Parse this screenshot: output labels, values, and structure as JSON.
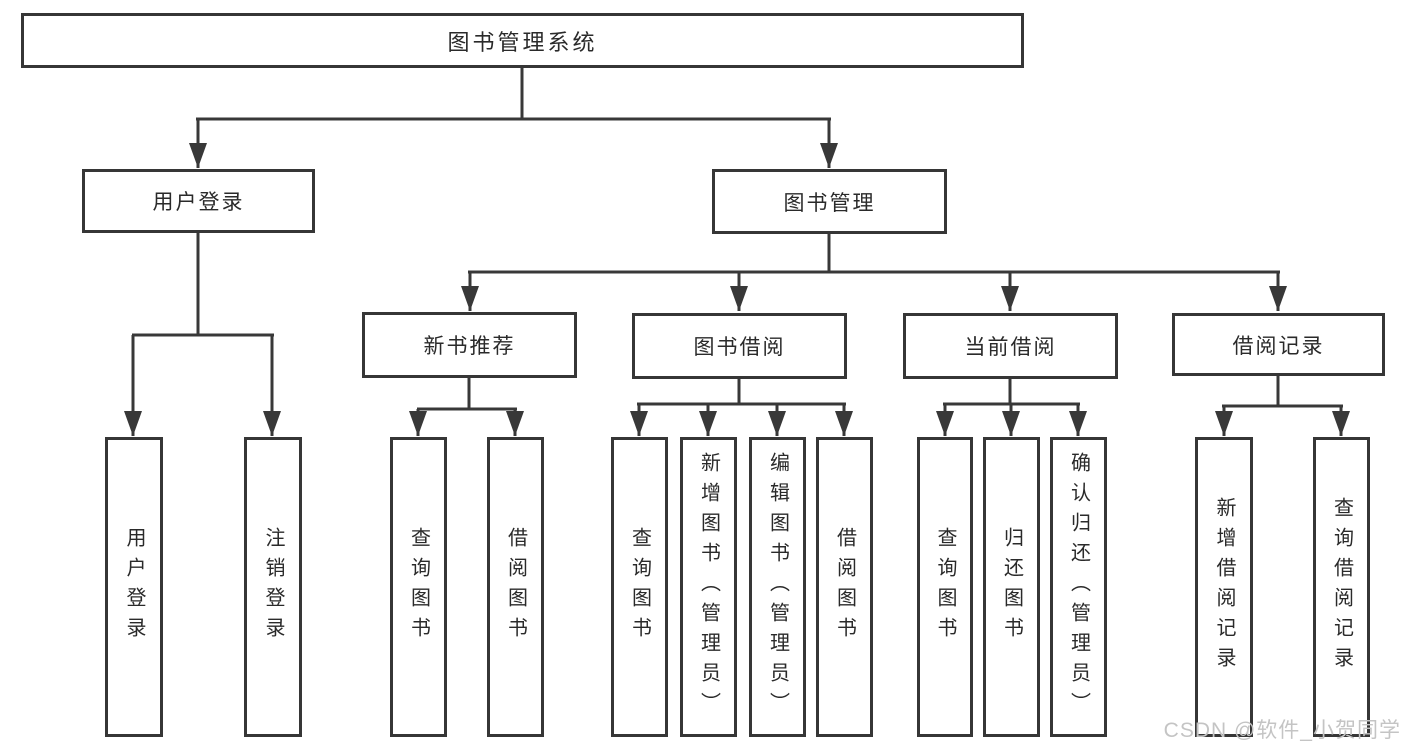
{
  "tree": {
    "root": {
      "label": "图书管理系统"
    },
    "branches": [
      {
        "label": "用户登录",
        "children": [
          {
            "label": "用户登录"
          },
          {
            "label": "注销登录"
          }
        ]
      },
      {
        "label": "图书管理",
        "children": [
          {
            "label": "新书推荐",
            "children": [
              {
                "label": "查询图书"
              },
              {
                "label": "借阅图书"
              }
            ]
          },
          {
            "label": "图书借阅",
            "children": [
              {
                "label": "查询图书"
              },
              {
                "label": "新增图书（管理员）"
              },
              {
                "label": "编辑图书（管理员）"
              },
              {
                "label": "借阅图书"
              }
            ]
          },
          {
            "label": "当前借阅",
            "children": [
              {
                "label": "查询图书"
              },
              {
                "label": "归还图书"
              },
              {
                "label": "确认归还（管理员）"
              }
            ]
          },
          {
            "label": "借阅记录",
            "children": [
              {
                "label": "新增借阅记录"
              },
              {
                "label": "查询借阅记录"
              }
            ]
          }
        ]
      }
    ]
  },
  "watermark": {
    "text": "CSDN @软件_小贺同学"
  },
  "colors": {
    "line": "#383838",
    "box_border": "#363636",
    "text": "#2a2a2a",
    "watermark": "#c4c4c4",
    "background": "#ffffff"
  }
}
